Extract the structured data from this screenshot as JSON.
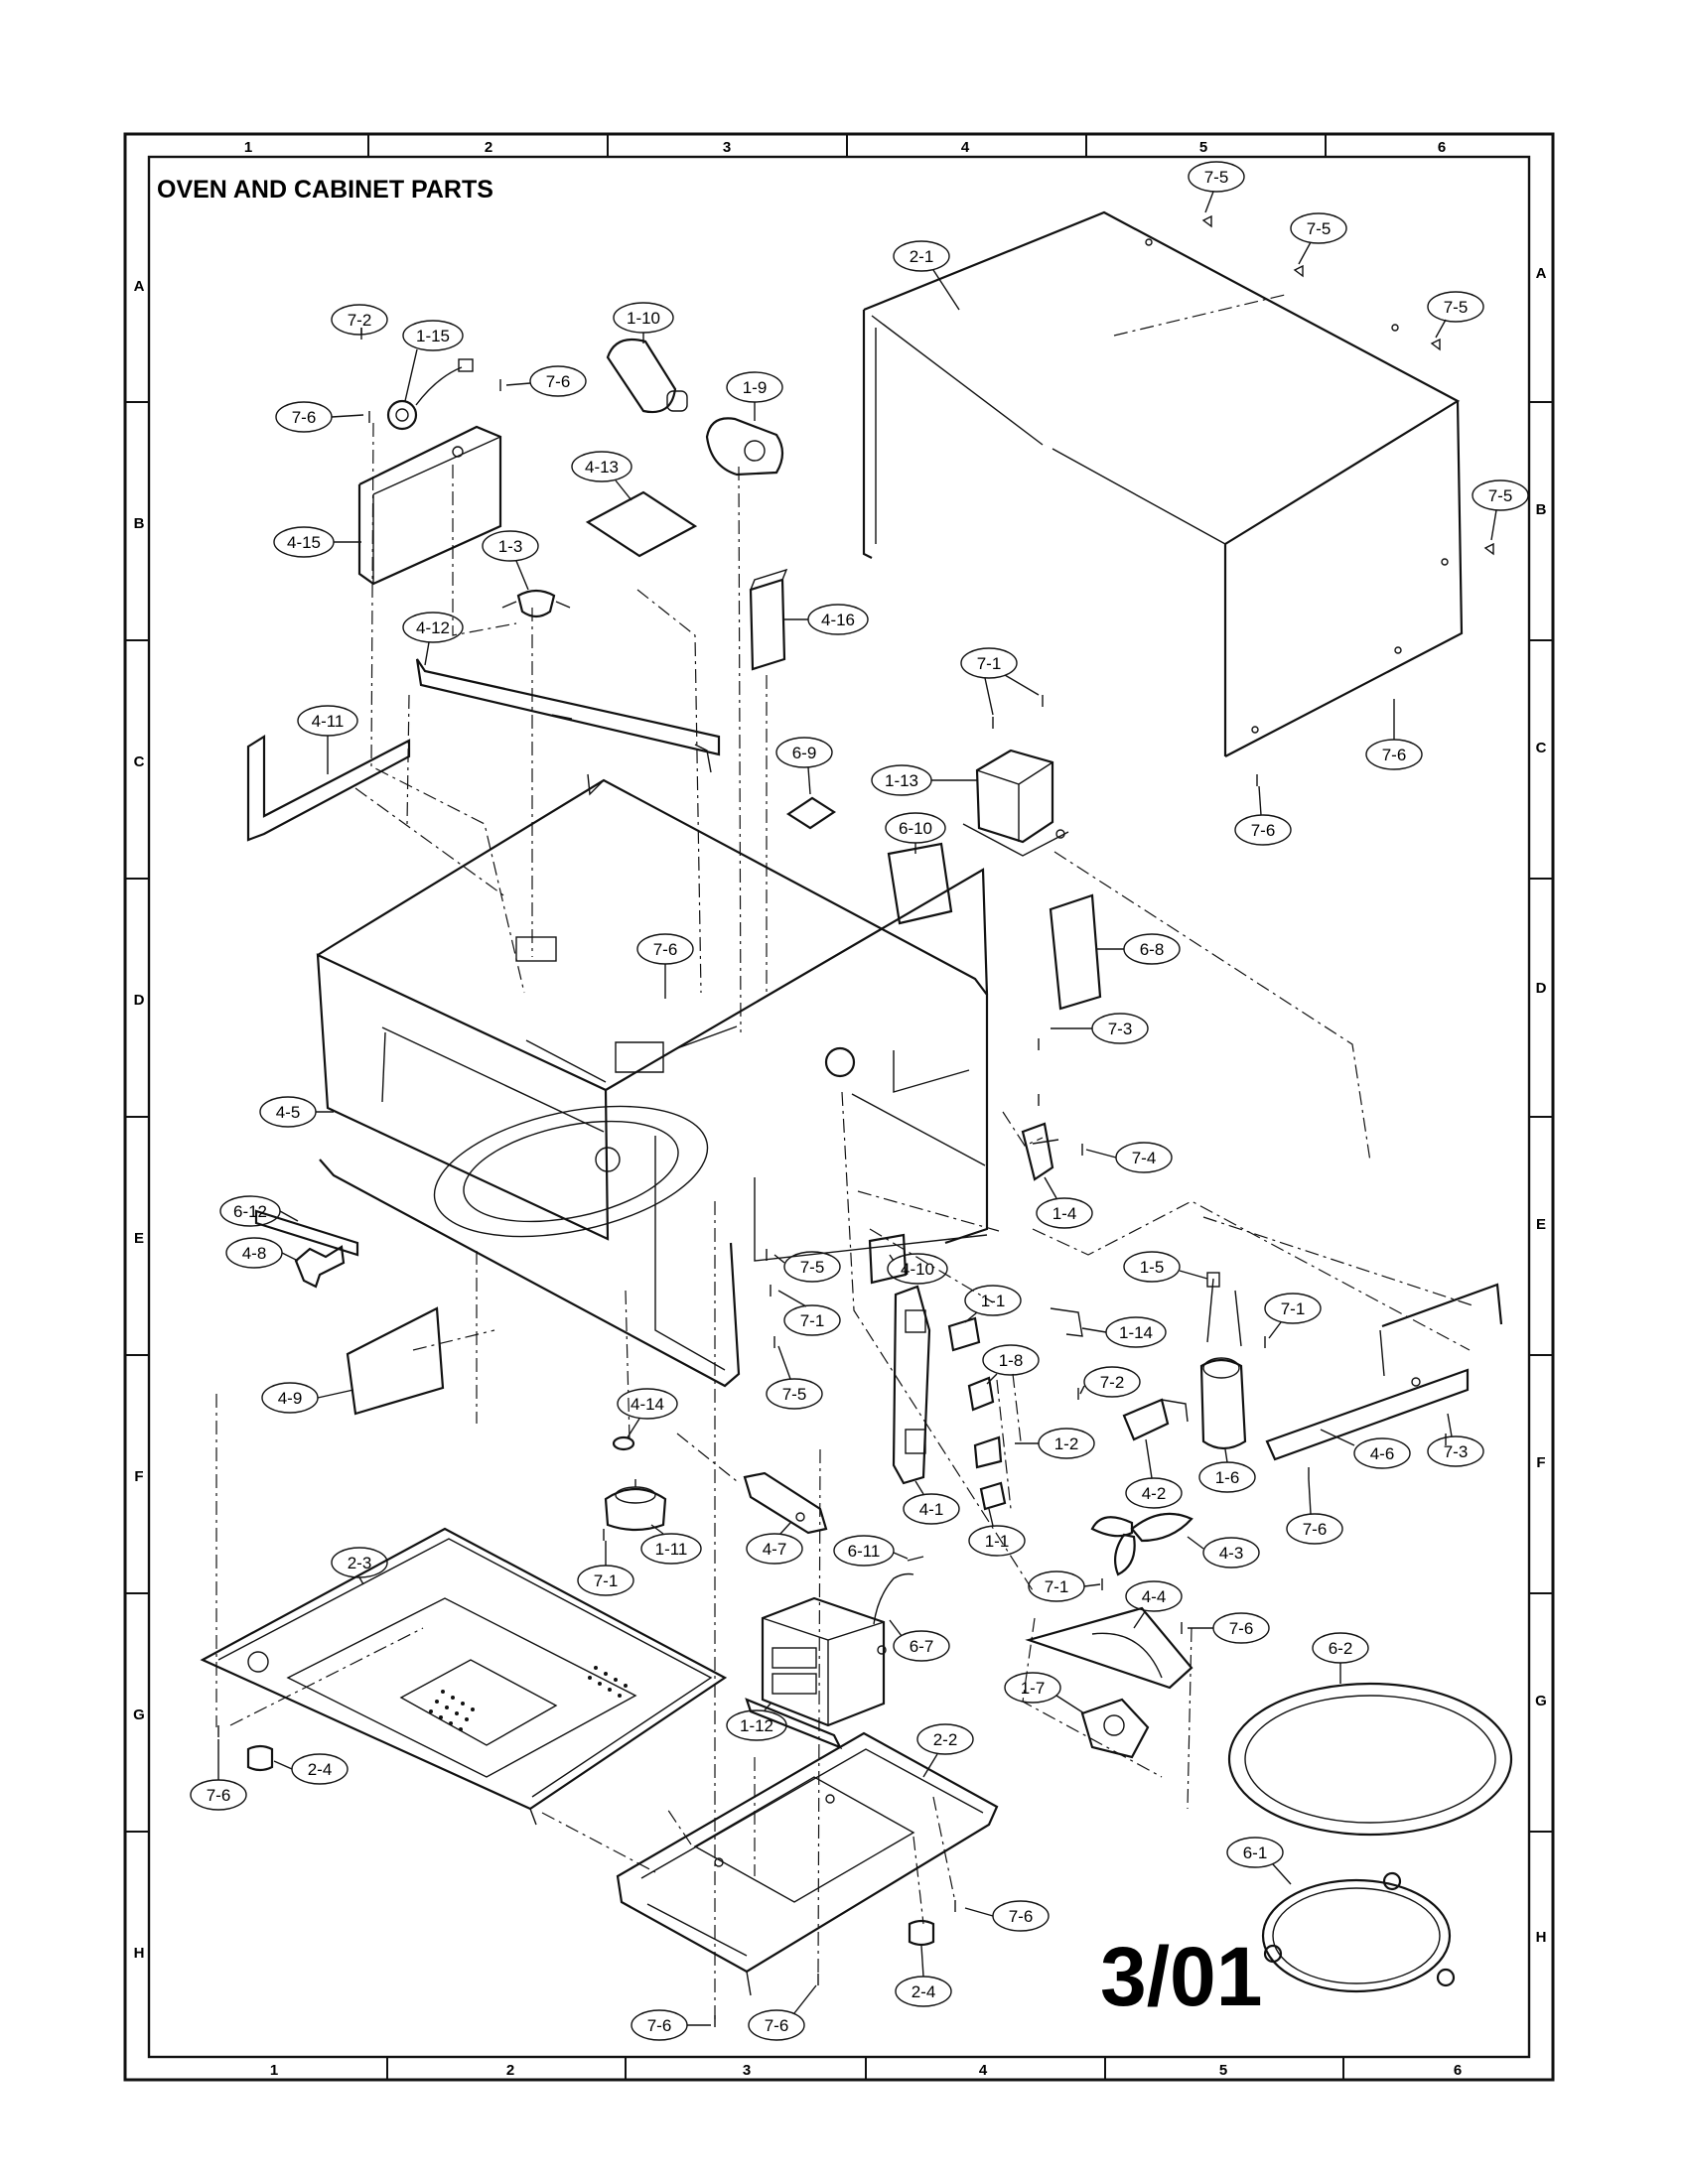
{
  "title": "OVEN AND CABINET PARTS",
  "page_number": "3/01",
  "grid": {
    "columns": [
      "1",
      "2",
      "3",
      "4",
      "5",
      "6"
    ],
    "rows": [
      "A",
      "B",
      "C",
      "D",
      "E",
      "F",
      "G",
      "H"
    ]
  },
  "callouts": [
    "7-5",
    "7-5",
    "2-1",
    "7-5",
    "7-5",
    "7-2",
    "1-15",
    "7-6",
    "7-6",
    "4-15",
    "1-10",
    "1-9",
    "4-13",
    "1-3",
    "4-16",
    "4-12",
    "4-11",
    "7-1",
    "7-6",
    "1-13",
    "6-9",
    "6-10",
    "7-6",
    "6-8",
    "7-6",
    "7-3",
    "7-4",
    "1-4",
    "4-5",
    "6-12",
    "4-8",
    "7-5",
    "7-1",
    "7-5",
    "4-10",
    "1-1",
    "1-14",
    "1-8",
    "7-2",
    "1-2",
    "1-5",
    "7-1",
    "1-6",
    "4-2",
    "4-6",
    "7-3",
    "7-6",
    "4-9",
    "4-14",
    "1-11",
    "7-1",
    "4-7",
    "4-1",
    "1-1",
    "4-3",
    "6-11",
    "6-7",
    "7-1",
    "4-4",
    "7-6",
    "2-3",
    "1-12",
    "1-7",
    "6-2",
    "2-2",
    "2-4",
    "7-6",
    "6-1",
    "7-6",
    "2-4",
    "7-6",
    "7-6"
  ]
}
